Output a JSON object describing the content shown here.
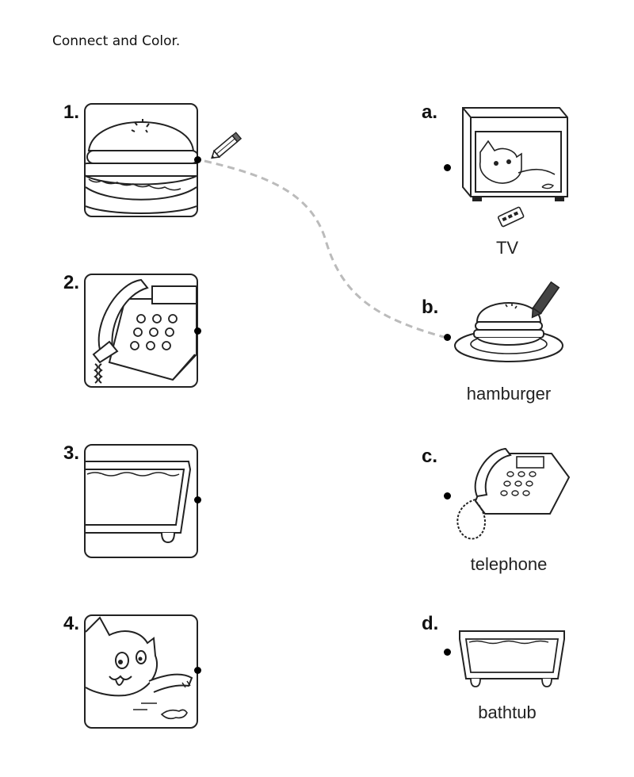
{
  "instruction": "Connect and Color.",
  "left_items": [
    {
      "number": "1.",
      "picture": "hamburger-picture"
    },
    {
      "number": "2.",
      "picture": "telephone-picture"
    },
    {
      "number": "3.",
      "picture": "bathtub-picture"
    },
    {
      "number": "4.",
      "picture": "cat-picture"
    }
  ],
  "right_items": [
    {
      "letter": "a.",
      "word": "TV"
    },
    {
      "letter": "b.",
      "word": "hamburger"
    },
    {
      "letter": "c.",
      "word": "telephone"
    },
    {
      "letter": "d.",
      "word": "bathtub"
    }
  ],
  "example_connection": {
    "from": "1.",
    "to": "b."
  },
  "icons": [
    "pencil-icon",
    "crayon-icon"
  ]
}
